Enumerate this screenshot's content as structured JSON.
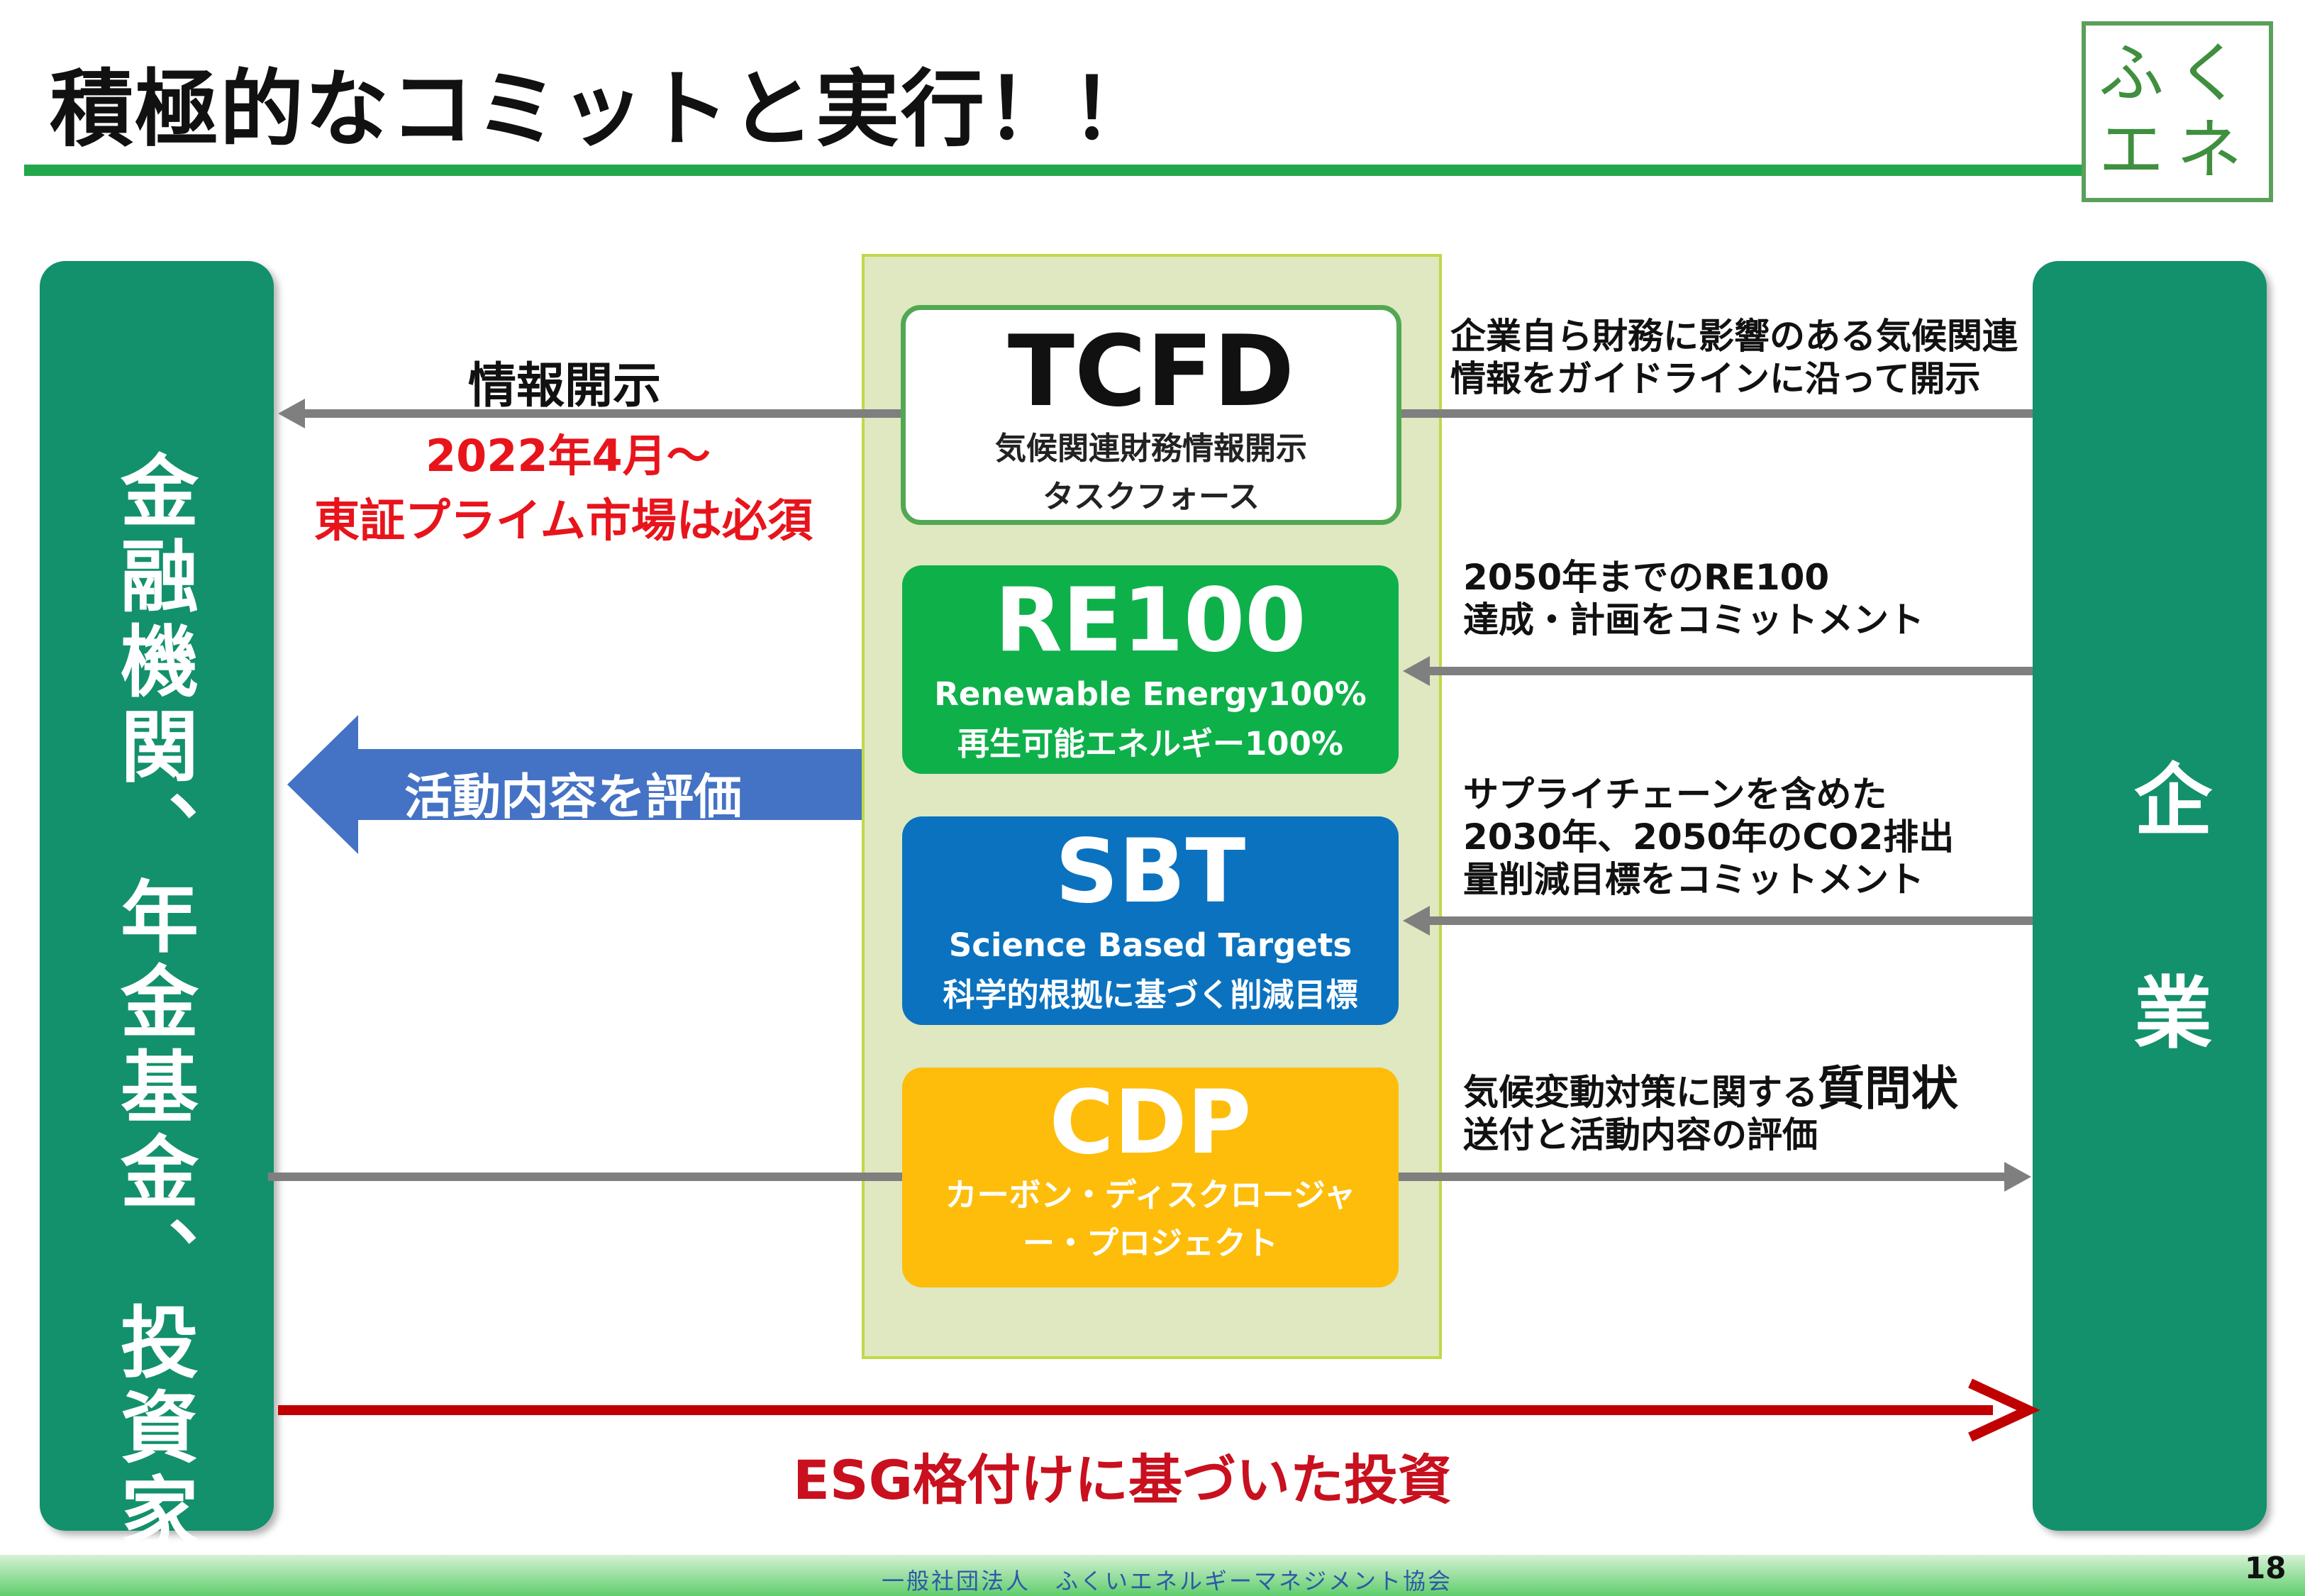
{
  "title": "積極的なコミットと実行！！",
  "logo": {
    "line1": "ふく",
    "line2": "エネ"
  },
  "left_pillar": "金融機関、年金基金、投資家",
  "right_pillar": "企業",
  "cards": {
    "tcfd": {
      "title": "TCFD",
      "sub1": "気候関連財務情報開示",
      "sub2": "タスクフォース"
    },
    "re100": {
      "title": "RE100",
      "sub1": "Renewable Energy100%",
      "sub2": "再生可能エネルギー100%"
    },
    "sbt": {
      "title": "SBT",
      "sub1": "Science Based Targets",
      "sub2": "科学的根拠に基づく削減目標"
    },
    "cdp": {
      "title": "CDP",
      "sub1": "カーボン・ディスクロージャ",
      "sub2": "ー・プロジェクト"
    }
  },
  "left_labels": {
    "disclosure": "情報開示",
    "date": "2022年4月～",
    "prime": "東証プライム市場は必須",
    "evaluate": "活動内容を評価"
  },
  "notes": {
    "tcfd": {
      "line1": "企業自ら財務に影響のある気候関連",
      "line2": "情報をガイドラインに沿って開示"
    },
    "re100": {
      "line1": "2050年までのRE100",
      "line2": "達成・計画をコミットメント"
    },
    "sbt": {
      "line1": "サプライチェーンを含めた",
      "line2": "2030年、2050年のCO2排出",
      "line3": "量削減目標をコミットメント"
    },
    "cdp": {
      "line1a": "気候変動対策に関する",
      "line1b": "質問状",
      "line2": "送付と活動内容の評価"
    }
  },
  "esg_label": "ESG格付けに基づいた投資",
  "footer": "一般社団法人　ふくいエネルギーマネジメント協会",
  "page_number": "18",
  "colors": {
    "pillar": "#13906c",
    "title_rule": "#22a84a",
    "arrow_gray": "#7f7f7f",
    "arrow_blue": "#4472c4",
    "arrow_red": "#c00000",
    "accent_red": "#e8141c",
    "panel": "#dfe8c0"
  }
}
